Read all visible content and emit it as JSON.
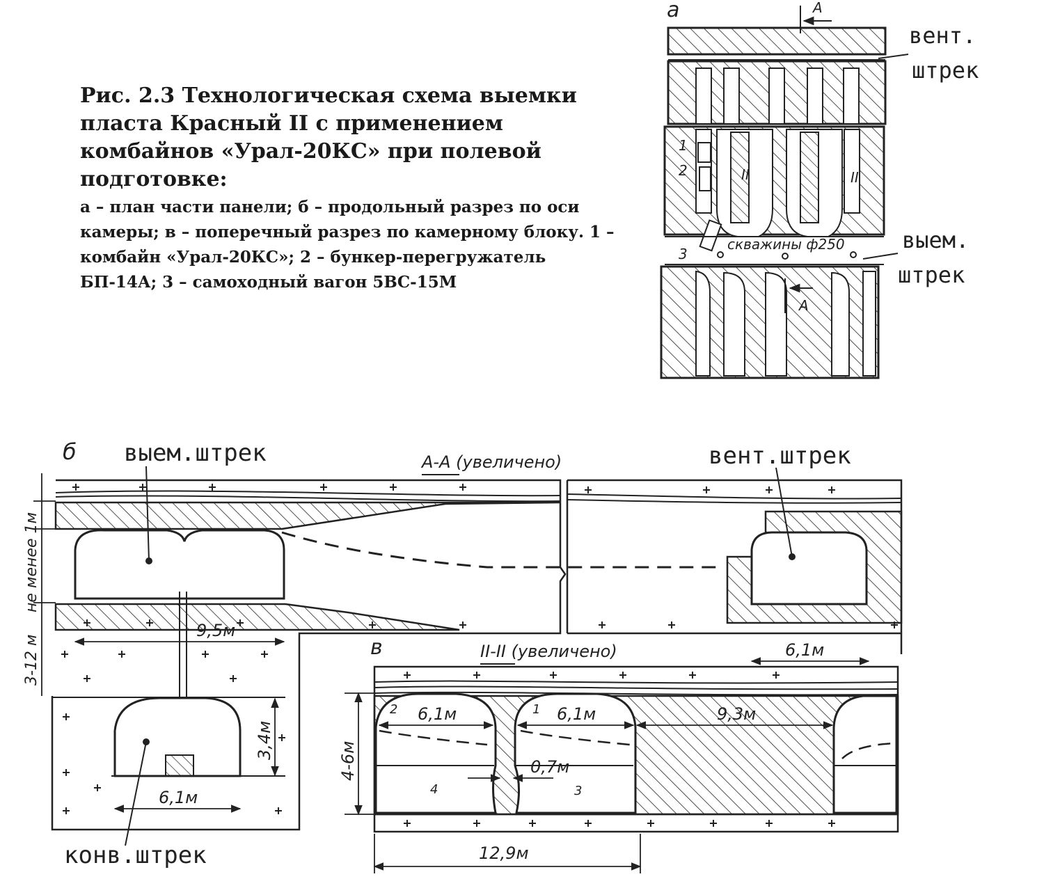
{
  "caption": {
    "title": "Рис. 2.3  Технологическая схема выемки пласта Красный II  с  применением комбайнов «Урал-20КС» при полевой подготовке:",
    "body": "а – план  части  панели; б – продольный  разрез по оси камеры; в – поперечный разрез по камерному   блоку. 1 – комбайн «Урал-20КС»; 2 – бункер-перегружатель  БП-14А; 3 – самоходный вагон  5ВС-15М"
  },
  "plan_a": {
    "letter": "а",
    "section_mark": "А",
    "section_mark_bottom": "А",
    "vent_label_1": "вент.",
    "vent_label_2": "штрек",
    "vyem_label_1": "выем.",
    "vyem_label_2": "штрек",
    "wells_label": "скважины ф250",
    "num_1": "1",
    "num_2": "2",
    "num_3": "3",
    "roman_left": "II",
    "roman_right": "II"
  },
  "section_b": {
    "letter": "б",
    "vyem_label": "выем.штрек",
    "vent_label": "вент.штрек",
    "conv_label": "конв.штрек",
    "section_title": "А-А (увеличено)",
    "dim_min": "не менее 1м",
    "dim_range": "3-12 м",
    "dim_9_5": "9,5м",
    "dim_3_4": "3,4м",
    "dim_6_1_conv": "6,1м",
    "dim_6_1_vent": "6,1м"
  },
  "section_v": {
    "letter": "в",
    "section_title": "II-II (увеличено)",
    "dim_height": "4-6м",
    "dim_cell_1": "6,1м",
    "dim_cell_2": "6,1м",
    "dim_pillar": "9,3м",
    "dim_gap": "0,7м",
    "dim_total": "12,9м",
    "num_1": "1",
    "num_2": "2",
    "num_3": "3",
    "num_4": "4"
  }
}
